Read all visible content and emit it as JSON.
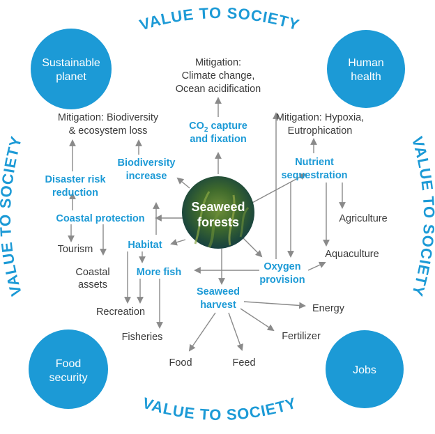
{
  "banner": "VALUE TO SOCIETY",
  "center": {
    "line1": "Seaweed",
    "line2": "forests"
  },
  "corners": {
    "sustainable_planet": [
      "Sustainable",
      "planet"
    ],
    "human_health": [
      "Human",
      "health"
    ],
    "food_security": [
      "Food",
      "security"
    ],
    "jobs": [
      "Jobs"
    ]
  },
  "colors": {
    "accent": "#1c9ad6",
    "text": "#3a3a3a",
    "arrow": "#8a8a8a"
  },
  "services": {
    "co2": {
      "line1_pre": "CO",
      "line1_sub": "2",
      "line1_post": " capture",
      "line2": "and fixation"
    },
    "biodiversity": [
      "Biodiversity",
      "increase"
    ],
    "disaster": [
      "Disaster risk",
      "reduction"
    ],
    "coastal_protection": "Coastal protection",
    "habitat": "Habitat",
    "more_fish": "More fish",
    "nutrient": [
      "Nutrient",
      "sequestration"
    ],
    "oxygen": [
      "Oxygen",
      "provision"
    ],
    "harvest": [
      "Seaweed",
      "harvest"
    ]
  },
  "outcomes": {
    "mitigation_climate": [
      "Mitigation:",
      "Climate change,",
      "Ocean acidification"
    ],
    "mitigation_biodiversity": [
      "Mitigation: Biodiversity",
      "& ecosystem loss"
    ],
    "mitigation_hypoxia": [
      "Mitigation: Hypoxia,",
      "Eutrophication"
    ],
    "tourism": "Tourism",
    "coastal_assets": [
      "Coastal",
      "assets"
    ],
    "recreation": "Recreation",
    "fisheries": "Fisheries",
    "agriculture": "Agriculture",
    "aquaculture": "Aquaculture",
    "energy": "Energy",
    "fertilizer": "Fertilizer",
    "food": "Food",
    "feed": "Feed"
  }
}
